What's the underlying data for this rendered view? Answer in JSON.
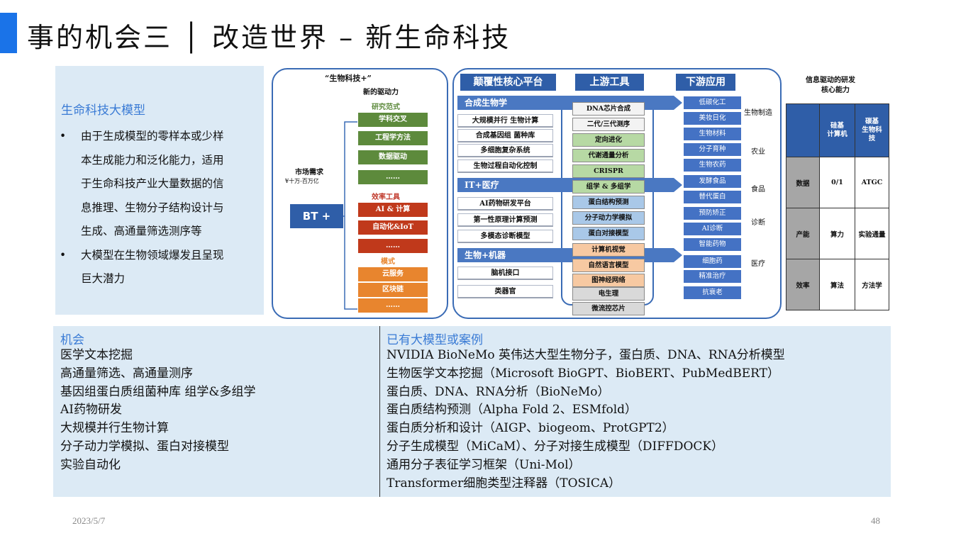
{
  "title": "事的机会三 │ 改造世界 – 新生命科技",
  "left_panel": {
    "heading": "生命科技大模型",
    "bullets": [
      {
        "lines": [
          "由于生成模型的零样本或少样",
          "本生成能力和泛化能力，适用",
          "于生命科技产业大量数据的信",
          "息推理、生物分子结构设计与",
          "生成、高通量筛选测序等"
        ]
      },
      {
        "lines": [
          "大模型在生物领域爆发且呈现",
          "巨大潜力"
        ]
      }
    ]
  },
  "diagram_a": {
    "title_line1": "“生物科技+”",
    "title_line2": "新的驱动力",
    "market_label": "市场需求",
    "market_sub": "¥十万-百万亿",
    "bt_label": "BT +",
    "cat_research": "研究范式",
    "research_items": [
      "学科交叉",
      "工程学方法",
      "数据驱动",
      "……"
    ],
    "cat_tools": "效率工具",
    "tool_items": [
      "AI & 计算",
      "自动化&IoT",
      "……"
    ],
    "cat_model": "模式",
    "model_items": [
      "云服务",
      "区块链",
      "……"
    ]
  },
  "diagram_b": {
    "headers": [
      "颠覆性核心平台",
      "上游工具",
      "下游应用"
    ],
    "sections": [
      {
        "title": "合成生物学",
        "rows": [
          "大规模并行 生物计算",
          "合成基因组 菌种库",
          "多细胞复杂系统",
          "生物过程自动化控制"
        ]
      },
      {
        "title": "IT+医疗",
        "rows": [
          "AI药物研发平台",
          "第一性原理计算预测",
          "多模态诊断模型"
        ]
      },
      {
        "title": "生物+机器",
        "rows": [
          "脑机接口",
          "类器官"
        ]
      }
    ],
    "tools": [
      "DNA芯片合成",
      "二代/三代测序",
      "定向进化",
      "代谢通量分析",
      "CRISPR",
      "组学 & 多组学",
      "蛋白结构预测",
      "分子动力学模拟",
      "蛋白对接模型",
      "计算机视觉",
      "自然语言模型",
      "图神经网络",
      "电生理",
      "微流控芯片"
    ],
    "apps": [
      "低碳化工",
      "美妆日化",
      "生物材料",
      "分子育种",
      "生物农药",
      "发酵食品",
      "替代蛋白",
      "预防矫正",
      "AI诊断",
      "智能药物",
      "细胞药",
      "精准治疗",
      "抗衰老"
    ],
    "apps_more": "………",
    "group_labels": [
      "生物制造",
      "农业",
      "食品",
      "诊断",
      "医疗"
    ]
  },
  "right_table": {
    "title_line1": "信息驱动的研发",
    "title_line2": "核心能力",
    "col_headers": [
      "硅基\n计算机",
      "碳基\n生物科\n技"
    ],
    "rows": [
      {
        "label": "数据",
        "silicon": "0/1",
        "carbon": "ATGC"
      },
      {
        "label": "产能",
        "silicon": "算力",
        "carbon": "实验通量"
      },
      {
        "label": "效率",
        "silicon": "算法",
        "carbon": "方法学"
      }
    ]
  },
  "bottom_left": {
    "heading": "机会",
    "items": [
      "医学文本挖掘",
      "高通量筛选、高通量测序",
      "基因组蛋白质组菌种库 组学&多组学",
      "AI药物研发",
      "大规模并行生物计算",
      "分子动力学模拟、蛋白对接模型",
      "实验自动化"
    ]
  },
  "bottom_right": {
    "heading": "已有大模型或案例",
    "items": [
      "NVIDIA BioNeMo 英伟达大型生物分子，蛋白质、DNA、RNA分析模型",
      "生物医学文本挖掘（Microsoft BioGPT、BioBERT、PubMedBERT）",
      "蛋白质、DNA、RNA分析（BioNeMo）",
      "蛋白质结构预测（Alpha Fold 2、ESMfold）",
      "蛋白质分析和设计（AIGP、biogeom、ProtGPT2）",
      "分子生成模型（MiCaM）、分子对接生成模型（DIFFDOCK）",
      "通用分子表征学习框架（Uni-Mol）",
      "Transformer细胞类型注释器（TOSICA）"
    ]
  },
  "footer": {
    "date": "2023/5/7",
    "page": "48"
  },
  "colors": {
    "accent": "#1a73e8",
    "panel_bg": "#dceaf5",
    "heading_blue": "#3a7bd5",
    "dark_blue": "#2f5ea8"
  }
}
